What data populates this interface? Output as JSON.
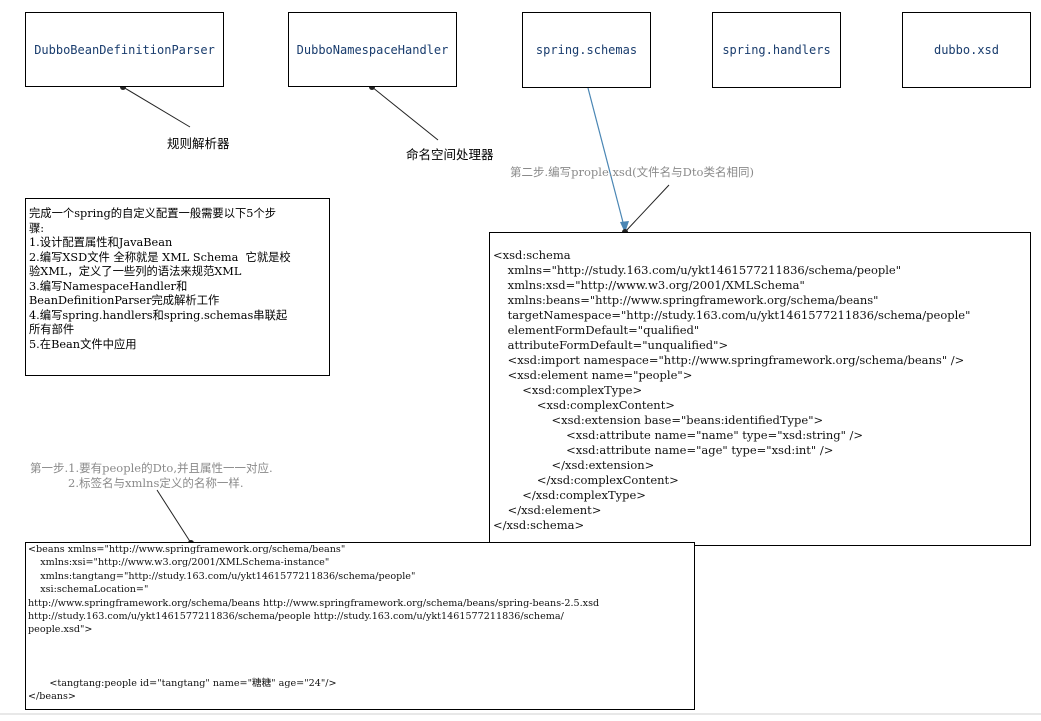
{
  "nodes": {
    "parser": "DubboBeanDefinitionParser",
    "ns_handler": "DubboNamespaceHandler",
    "schemas": "spring.schemas",
    "handlers": "spring.handlers",
    "xsd": "dubbo.xsd"
  },
  "annotations": {
    "parser_note": "规则解析器",
    "handler_note": "命名空间处理器",
    "step2": "第二步.编写prople.xsd(文件名与Dto类名相同)",
    "step1_line1": "第一步.1.要有people的Dto,并且属性一一对应.",
    "step1_line2": "2.标签名与xmlns定义的名称一样."
  },
  "steps_text": "完成一个spring的自定义配置一般需要以下5个步\n骤:\n1.设计配置属性和JavaBean\n2.编写XSD文件 全称就是 XML Schema  它就是校\n验XML，定义了一些列的语法来规范XML\n3.编写NamespaceHandler和\nBeanDefinitionParser完成解析工作\n4.编写spring.handlers和spring.schemas串联起\n所有部件\n5.在Bean文件中应用",
  "xsd_code": "<xsd:schema\n    xmlns=\"http://study.163.com/u/ykt1461577211836/schema/people\"\n    xmlns:xsd=\"http://www.w3.org/2001/XMLSchema\"\n    xmlns:beans=\"http://www.springframework.org/schema/beans\"\n    targetNamespace=\"http://study.163.com/u/ykt1461577211836/schema/people\"\n    elementFormDefault=\"qualified\"\n    attributeFormDefault=\"unqualified\">\n    <xsd:import namespace=\"http://www.springframework.org/schema/beans\" />\n    <xsd:element name=\"people\">\n        <xsd:complexType>\n            <xsd:complexContent>\n                <xsd:extension base=\"beans:identifiedType\">\n                    <xsd:attribute name=\"name\" type=\"xsd:string\" />\n                    <xsd:attribute name=\"age\" type=\"xsd:int\" />\n                </xsd:extension>\n            </xsd:complexContent>\n        </xsd:complexType>\n    </xsd:element>\n</xsd:schema>",
  "beans_code": "<beans xmlns=\"http://www.springframework.org/schema/beans\"\n    xmlns:xsi=\"http://www.w3.org/2001/XMLSchema-instance\"\n    xmlns:tangtang=\"http://study.163.com/u/ykt1461577211836/schema/people\"\n    xsi:schemaLocation=\"\nhttp://www.springframework.org/schema/beans http://www.springframework.org/schema/beans/spring-beans-2.5.xsd\nhttp://study.163.com/u/ykt1461577211836/schema/people http://study.163.com/u/ykt1461577211836/schema/\npeople.xsd\">\n\n\n\n       <tangtang:people id=\"tangtang\" name=\"糖糖\" age=\"24\"/>\n</beans>",
  "colors": {
    "node_text": "#1a3d6e",
    "arrow_blue": "#4a86b4",
    "connector": "#222222",
    "note_gray": "#8a8a8a"
  }
}
